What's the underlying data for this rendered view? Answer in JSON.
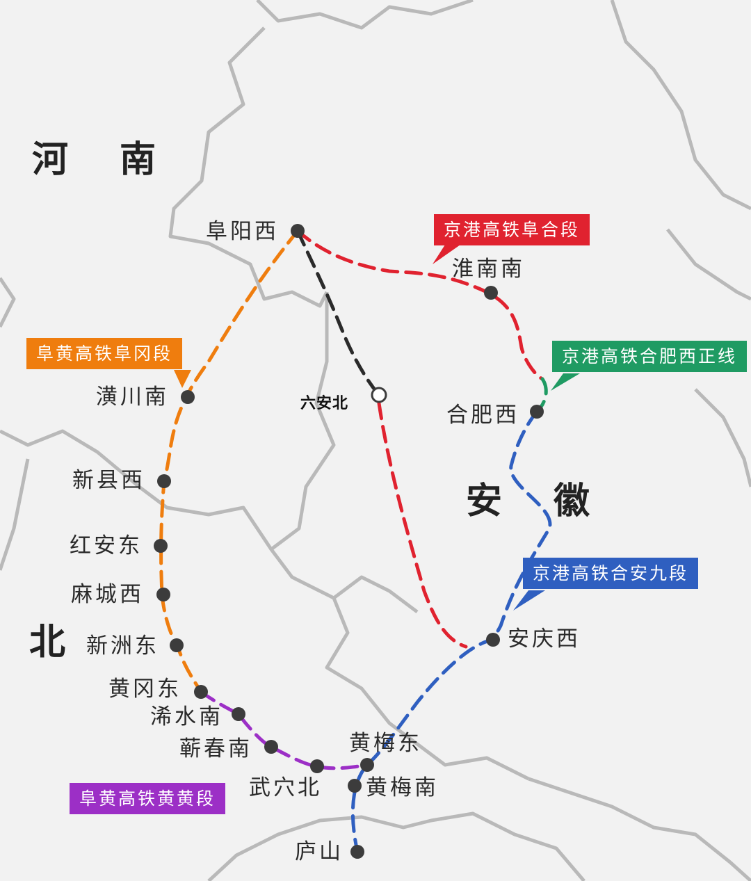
{
  "regions": {
    "henan_1": "河",
    "henan_2": "南",
    "anhui_1": "安",
    "anhui_2": "徽",
    "hubei": "北"
  },
  "stations": {
    "fuyang_xi": "阜阳西",
    "huainan_nan": "淮南南",
    "lu_an_bei": "六安北",
    "hefei_xi": "合肥西",
    "huangchuan_nan": "潢川南",
    "xinxian_xi": "新县西",
    "hongan_dong": "红安东",
    "macheng_xi": "麻城西",
    "xinzhou_dong": "新洲东",
    "huanggang_dong": "黄冈东",
    "xishui_nan": "浠水南",
    "qichun_nan": "蕲春南",
    "wuxue_bei": "武穴北",
    "huangmei_dong": "黄梅东",
    "huangmei_nan": "黄梅南",
    "anqing_xi": "安庆西",
    "lushan": "庐山"
  },
  "lines": {
    "jinggang_fuhe": {
      "label": "京港高铁阜合段",
      "color": "#e0222f"
    },
    "jinggang_hefei_xi": {
      "label": "京港高铁合肥西正线",
      "color": "#1f9b63"
    },
    "jinggang_heanjiu": {
      "label": "京港高铁合安九段",
      "color": "#2f5fc0"
    },
    "fuhuang_fugang": {
      "label": "阜黄高铁阜冈段",
      "color": "#ef7d0e"
    },
    "fuhuang_huanghuang": {
      "label": "阜黄高铁黄黄段",
      "color": "#9c2fc6"
    },
    "fuyang_luan": {
      "color": "#2a2a2a"
    },
    "luan_anqing": {
      "color": "#e0222f"
    }
  }
}
